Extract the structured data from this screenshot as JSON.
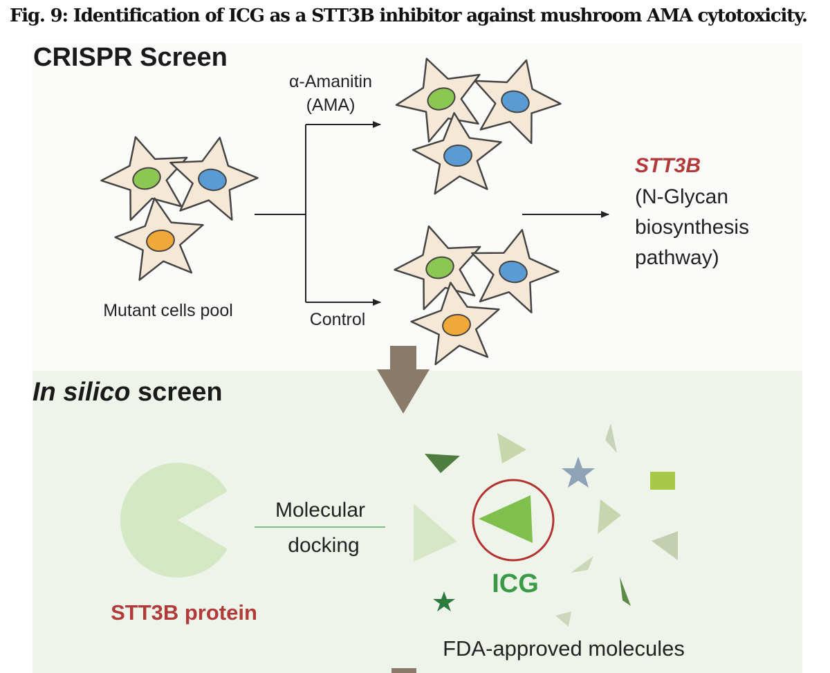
{
  "caption": "Fig. 9: Identification of ICG as a STT3B inhibitor against mushroom AMA cytotoxicity.",
  "crispr": {
    "title": "CRISPR Screen",
    "pool_label": "Mutant cells pool",
    "treatment_line1": "α-Amanitin",
    "treatment_line2": "(AMA)",
    "control_label": "Control",
    "result_gene": "STT3B",
    "result_line1": "(N-Glycan",
    "result_line2": "biosynthesis",
    "result_line3": "pathway)"
  },
  "silico": {
    "title_italic": "In silico",
    "title_rest": " screen",
    "protein_label": "STT3B protein",
    "docking_line1": "Molecular",
    "docking_line2": "docking",
    "hit_label": "ICG",
    "library_label": "FDA-approved molecules"
  },
  "colors": {
    "top_panel": "#fbfcfa",
    "bottom_panel": "#eef4e9",
    "cell_body": "#f6e8d6",
    "cell_outline": "#444444",
    "nucleus_green": "#8cc653",
    "nucleus_blue": "#5b9bd5",
    "nucleus_orange": "#f0a838",
    "gene_red": "#b13a3a",
    "icg_green": "#3b9a48",
    "circle_red": "#b53232",
    "down_arrow": "#8a7a6a",
    "pacman": "#d4e8c4"
  }
}
